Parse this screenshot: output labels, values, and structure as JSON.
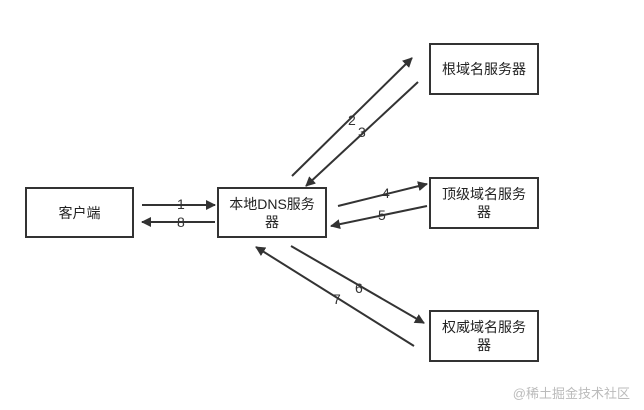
{
  "nodes": {
    "client": "客户端",
    "local_dns": "本地DNS服务器",
    "root_dns": "根域名服务器",
    "tld_dns": "顶级域名服务器",
    "auth_dns": "权威域名服务器"
  },
  "steps": [
    "1",
    "2",
    "3",
    "4",
    "5",
    "6",
    "7",
    "8"
  ],
  "watermark": "@稀土掘金技术社区",
  "colors": {
    "line": "#333333",
    "watermark": "#bbbbbb"
  }
}
